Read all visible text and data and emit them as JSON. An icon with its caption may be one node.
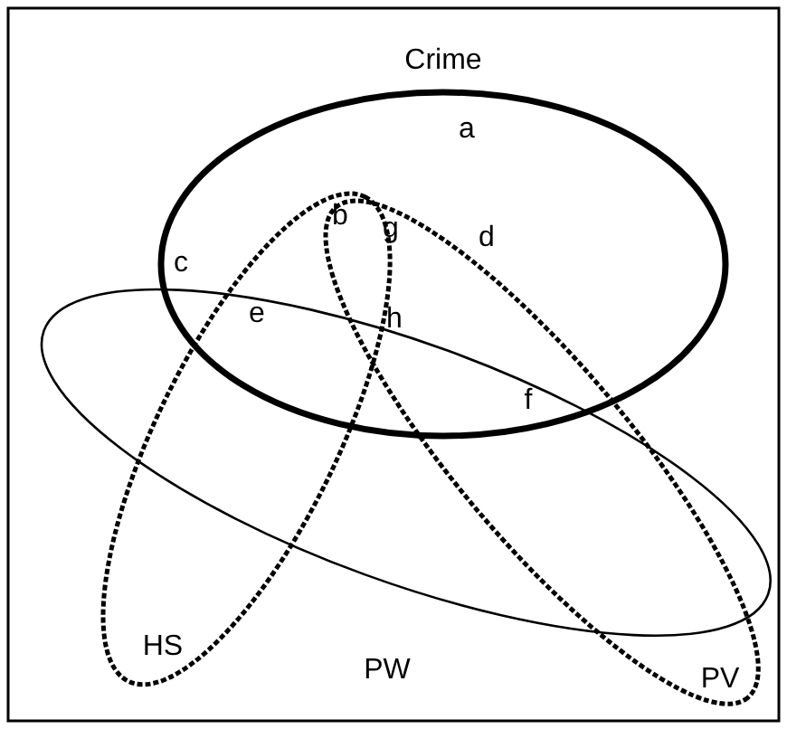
{
  "diagram": {
    "nodes": [
      {
        "text": [
          "Crime"
        ]
      },
      {
        "text": [
          "HS"
        ]
      },
      {
        "text": [
          "PW"
        ]
      },
      {
        "text": [
          "PV"
        ]
      }
    ],
    "labels": [
      "a",
      "b",
      "g",
      "d",
      "c",
      "e",
      "h",
      "f"
    ]
  }
}
